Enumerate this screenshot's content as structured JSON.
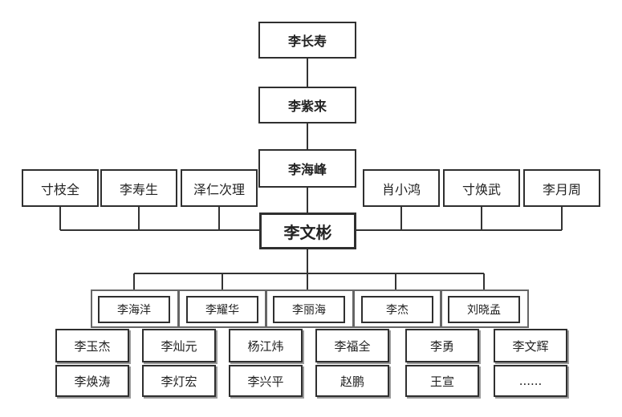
{
  "ancestors": [
    "李长寿",
    "李紫来",
    "李海峰"
  ],
  "focus": "李文彬",
  "left_relatives": [
    "寸枝全",
    "李寿生",
    "泽仁次理"
  ],
  "right_relatives": [
    "肖小鸿",
    "寸焕武",
    "李月周"
  ],
  "children": [
    "李海洋",
    "李耀华",
    "李丽海",
    "李杰",
    "刘晓孟"
  ],
  "grandchildren_row1": [
    "李玉杰",
    "李灿元",
    "杨江炜",
    "李福全",
    "李勇",
    "李文辉"
  ],
  "grandchildren_row2": [
    "李焕涛",
    "李灯宏",
    "李兴平",
    "赵鹏",
    "王宣",
    "......"
  ]
}
